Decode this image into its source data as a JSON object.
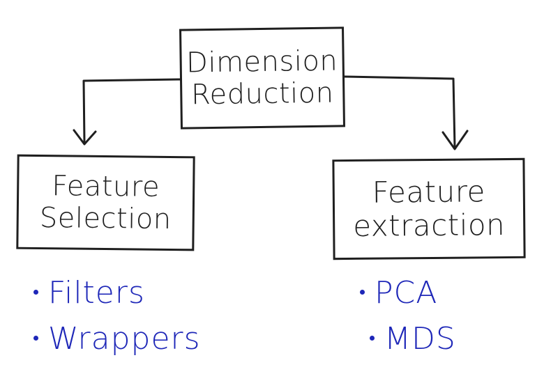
{
  "diagram": {
    "root": {
      "line1": "Dimension",
      "line2": "Reduction"
    },
    "left_node": {
      "line1": "Feature",
      "line2": "Selection",
      "items": [
        "Filters",
        "Wrappers"
      ]
    },
    "right_node": {
      "line1": "Feature",
      "line2": "extraction",
      "items": [
        "PCA",
        "MDS"
      ]
    }
  },
  "colors": {
    "ink": "#1f1f1f",
    "bullet_ink": "#1e27b8",
    "background": "#ffffff"
  }
}
